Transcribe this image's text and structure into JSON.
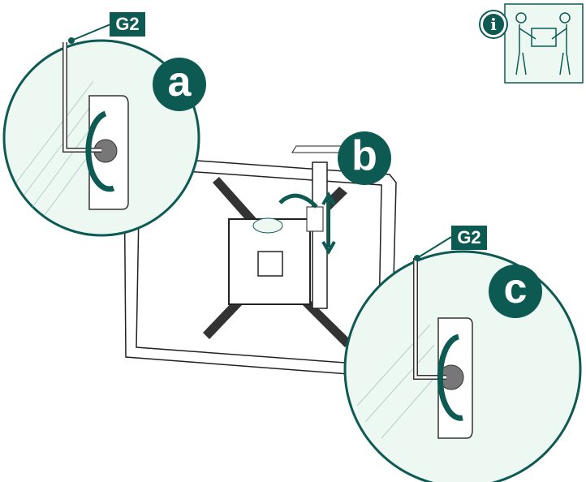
{
  "labels": {
    "tool_top": "G2",
    "tool_bottom": "G2",
    "step_a": "a",
    "step_b": "b",
    "step_c": "c",
    "info": "i"
  },
  "colors": {
    "accent": "#0d5a52",
    "fill": "#eef8f2",
    "line": "#222222"
  },
  "icons": [
    "info-icon",
    "two-person-lift-icon",
    "hex-key-icon",
    "rotate-arrow-icon",
    "up-down-arrow-icon"
  ]
}
